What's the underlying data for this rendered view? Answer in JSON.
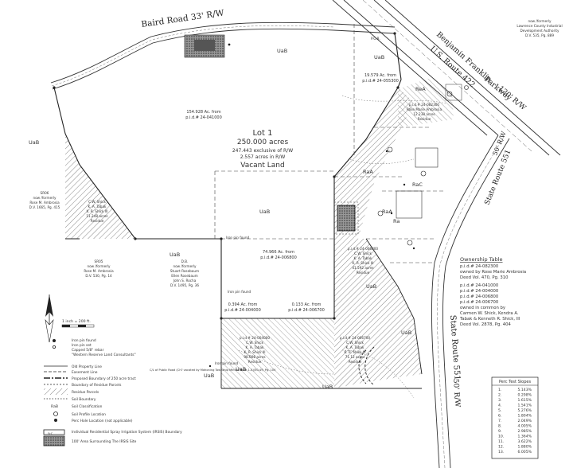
{
  "roads": {
    "baird": "Baird Road  33' R/W",
    "bf_name": "Benjamin Franklin",
    "bf_route": "U.S. Route 422",
    "parkway": "Parkway",
    "parkway_rw": "120' R/W",
    "sr_upper": "State Route 551",
    "sr_upper_rw": "50' R/W",
    "sr_lower": "State Route 551",
    "sr_lower_rw": "50' R/W"
  },
  "lot": {
    "title": "Lot 1",
    "acres": "250.000 acres",
    "exclusive": "247.443 exclusive of R/W",
    "rw": "2.557 acres in R/W",
    "vacant": "Vacant Land"
  },
  "parcels": {
    "p041000": [
      "154.928 Ac. from",
      "p.i.d.# 24-041000"
    ],
    "p006800": [
      "74.966 Ac. from",
      "p.i.d.# 24-006800"
    ],
    "p004000": [
      "0.394 Ac. from",
      "p.i.d.# 24-004000"
    ],
    "p006700": [
      "0.133 Ac. from",
      "p.i.d.# 24-006700"
    ],
    "p055300": [
      "19.579 Ac. from",
      "p.i.d.# 24-055300"
    ]
  },
  "owners": {
    "ambrosia_top": [
      "p.i.d.# 24-082300",
      "Rose Marie Ambrosia",
      "12.238 acres",
      "Residue"
    ],
    "shick_left": [
      "C.W. Shick",
      "K. A. Tabak",
      "K. R. Shick III",
      "11.248 acres",
      "Residue"
    ],
    "shick_mid": [
      "p.i.d.# 24-006800",
      "C.W. Shick",
      "K. A. Tabak",
      "K. R. Shick III",
      "41.592 acres",
      "Residue"
    ],
    "shick_bottom_l": [
      "p.i.d.# 24-004000",
      "C.W. Shick",
      "K. A. Tabak",
      "K. R. Shick III",
      "98.606 acres",
      "Residue"
    ],
    "shick_bottom_r": [
      "p.i.d.# 24-006700",
      "C.W. Shick",
      "K. A. Tabak",
      "K. R. Shick III",
      "71.12 acres",
      "Residue"
    ],
    "ambrosia_left": [
      "SR06",
      "now /formerly",
      "Rose M. Ambrosia",
      "D.V. 1665, Pg. 415"
    ],
    "ambrosia_left2": [
      "SR05",
      "now /formerly",
      "Rose M. Ambrosia",
      "D.V. 530, Pg. 14"
    ],
    "rosebaum": [
      "D.B.",
      "now /formerly",
      "Stuart Rosebaum",
      "Ellen Rosebaum",
      "John S. Rocha",
      "D.V. 1495, Pg. 36"
    ],
    "lawrence": [
      "now /formerly",
      "Lawrence County Industrial",
      "Development Authority",
      "D.V. 535, Pg. 889"
    ]
  },
  "zones": [
    "UaB",
    "UaB",
    "UaB",
    "UaB",
    "UaB",
    "UaB",
    "UaB",
    "UaB",
    "RaA",
    "RaA",
    "RaC",
    "ReA",
    "UaB",
    "UaB",
    "Ra"
  ],
  "ownership": {
    "title": "Ownership Table",
    "lines": [
      "p.i.d.# 24-082300",
      "owned by Rose Marie Ambrosia",
      "Deed Vol. 470, Pg. 310",
      "p.i.d.# 24-041000",
      "p.i.d.# 24-004000",
      "p.i.d.# 24-006800",
      "p.i.d.# 24-006700",
      "owned in common by",
      "Carmen W. Shick, Kendra A.",
      "Tabak & Kenneth R. Shick, III",
      "Deed Vol. 2878, Pg. 404"
    ]
  },
  "perc": {
    "title": "Perc Test Slopes",
    "rows": [
      [
        "1.",
        "5.143%"
      ],
      [
        "2.",
        "0.298%"
      ],
      [
        "3.",
        "1.615%"
      ],
      [
        "4.",
        "1.541%"
      ],
      [
        "5.",
        "5.276%"
      ],
      [
        "6.",
        "1.804%"
      ],
      [
        "7.",
        "2.049%"
      ],
      [
        "8.",
        "4.005%"
      ],
      [
        "9.",
        "2.985%"
      ],
      [
        "10.",
        "1.364%"
      ],
      [
        "11.",
        "3.622%"
      ],
      [
        "12.",
        "1.880%"
      ],
      [
        "13.",
        "6.005%"
      ]
    ]
  },
  "legend": {
    "scale": "1 inch = 200 ft.",
    "items": [
      "Iron pin found",
      "Iron pin set",
      "Capped 5/8\" rebar",
      "\"Western Reserve Land Consultants\"",
      "Old Property Line",
      "Easement Line",
      "Proposed Boundary of 250 acre tract",
      "Boundary of Residue Parcels",
      "Residue Parcels",
      "Soil Boundary",
      "Soil Classification",
      "Soil Profile Location",
      "Perc Hole Location (not applicable)",
      "Individual Residential Spray Irrigation System (IRSIS) Boundary",
      "100' Area Surrounding The IRSIS Site"
    ],
    "easement_note": "C/L of Public Road (Ch? vacated by Mahoning Township Minute Book 1-4)/50-49, Pg. 104",
    "soil_samples": [
      "RaB",
      "SrC"
    ]
  },
  "misc": {
    "iron_pin": "Iron pin found",
    "pob": "P.O.B."
  }
}
